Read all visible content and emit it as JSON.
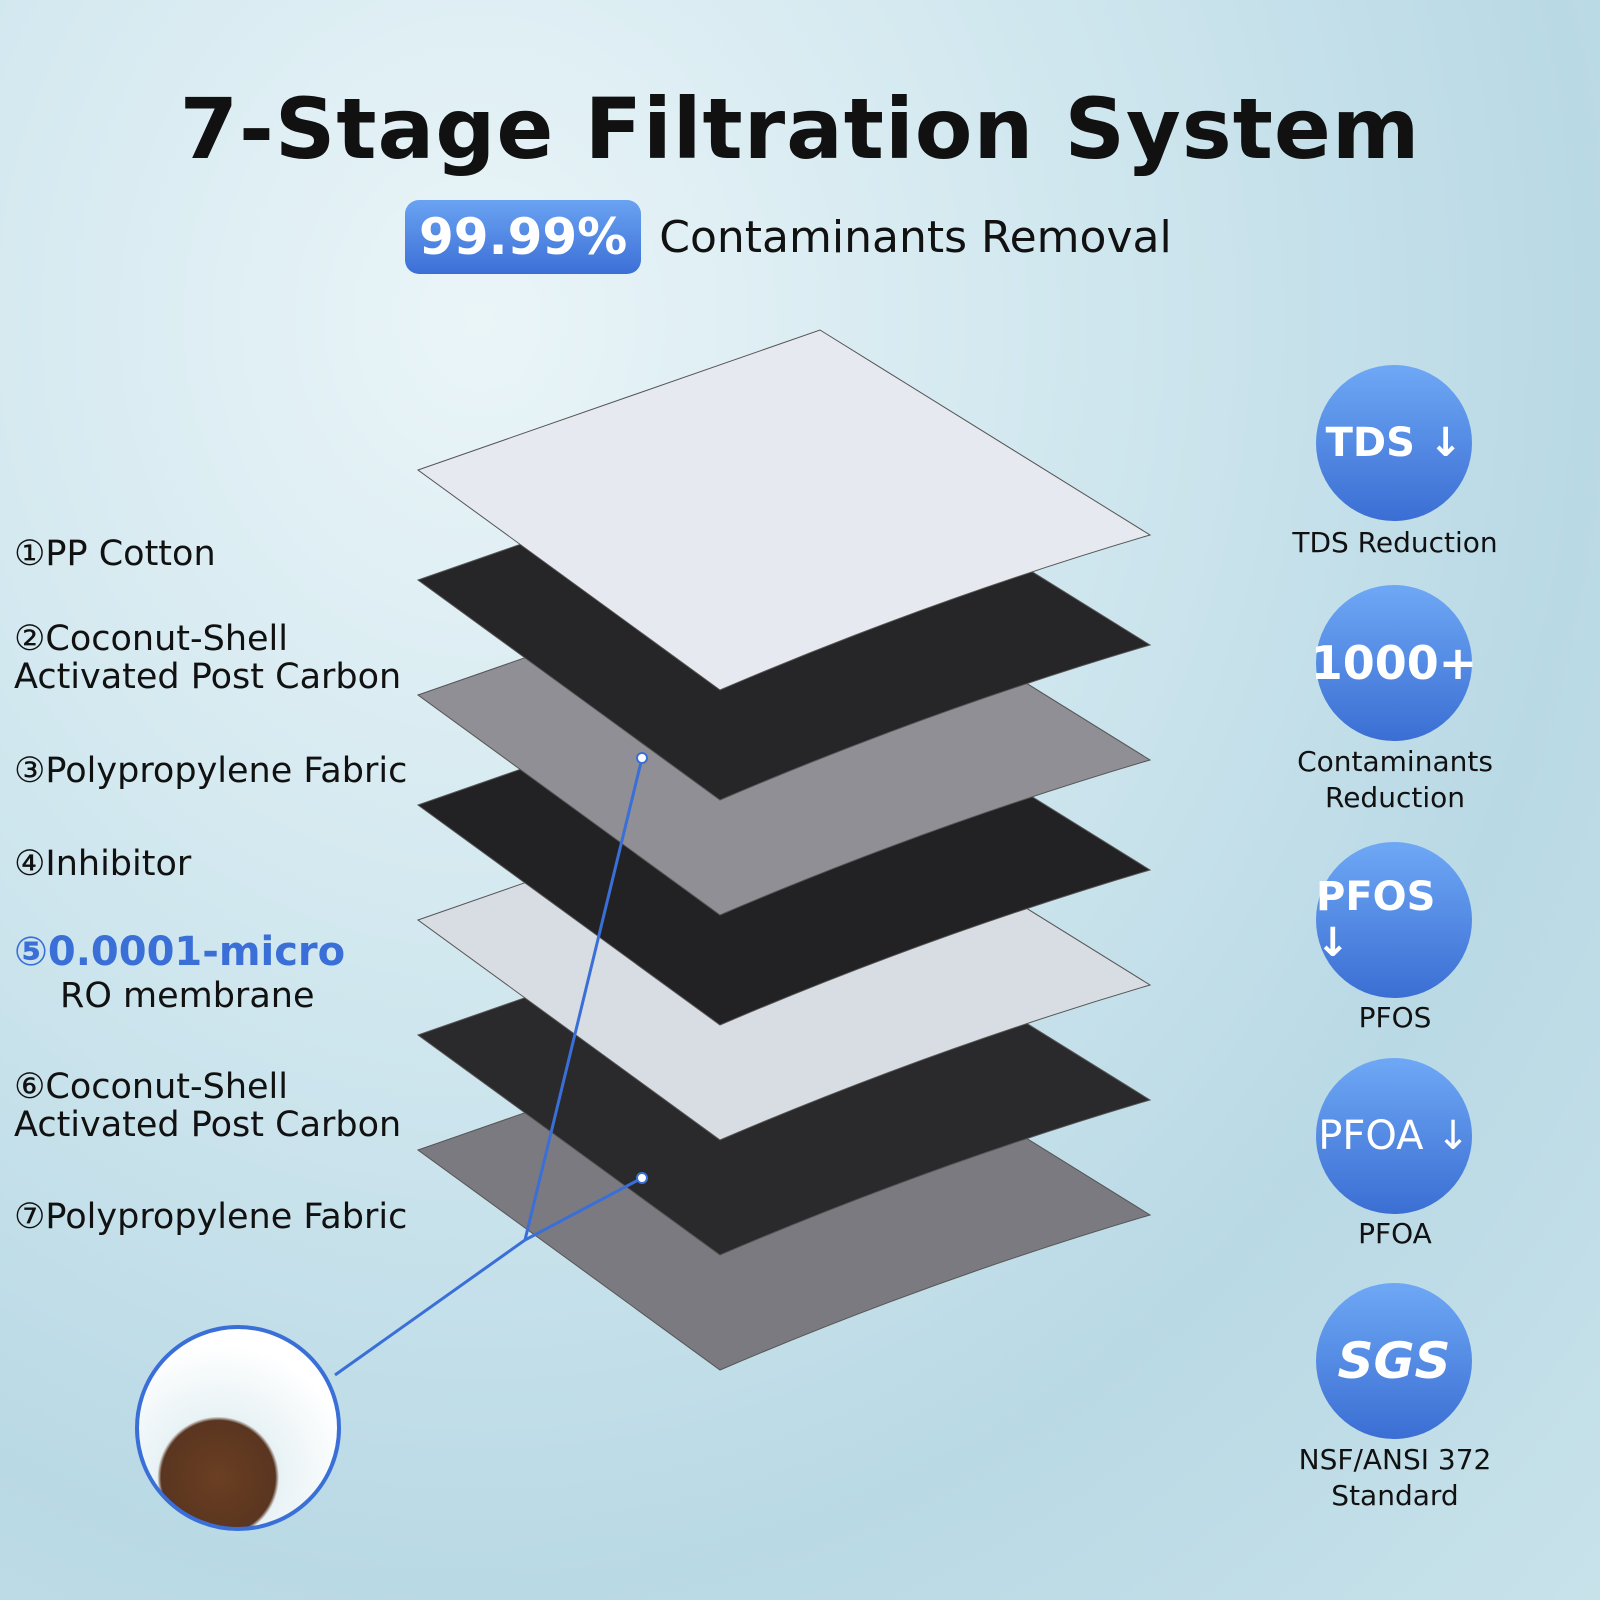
{
  "title": "7-Stage Filtration System",
  "subtitle": {
    "highlight": "99.99%",
    "text": "Contaminants Removal"
  },
  "stages": [
    {
      "num": "①",
      "line1": "PP Cotton"
    },
    {
      "num": "②",
      "line1": "Coconut-Shell",
      "line2": "Activated Post Carbon"
    },
    {
      "num": "③",
      "line1": "Polypropylene Fabric"
    },
    {
      "num": "④",
      "line1": "Inhibitor"
    },
    {
      "num": "⑤",
      "line1": "0.0001-micro",
      "line2": "RO membrane"
    },
    {
      "num": "⑥",
      "line1": "Coconut-Shell",
      "line2": "Activated Post Carbon"
    },
    {
      "num": "⑦",
      "line1": "Polypropylene Fabric"
    }
  ],
  "badges": [
    {
      "label": "TDS ↓",
      "caption": "TDS Reduction"
    },
    {
      "label": "1000+",
      "caption": "Contaminants Reduction"
    },
    {
      "label": "PFOS ↓",
      "caption": "PFOS"
    },
    {
      "label": "PFOA ↓",
      "caption": "PFOA"
    },
    {
      "label": "SGS",
      "caption": "NSF/ANSI 372 Standard"
    }
  ],
  "colors": {
    "accent": "#3a6fd8"
  }
}
